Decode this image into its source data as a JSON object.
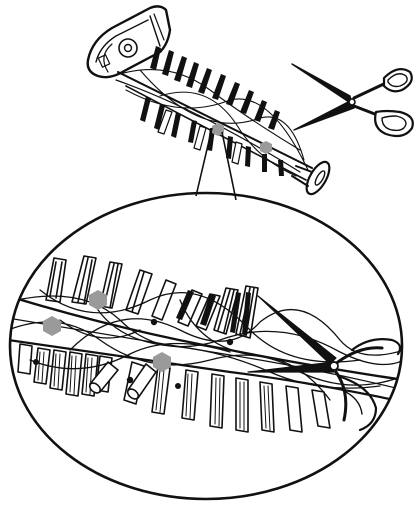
{
  "illustration": {
    "subject": "brush-roll-with-tangled-hair",
    "tool": "scissors-icon",
    "colors": {
      "ink": "#111111",
      "paper": "#ffffff",
      "marker": "#9a9a9a"
    },
    "markers": {
      "overview_count": 2,
      "detail_count": 3
    }
  }
}
